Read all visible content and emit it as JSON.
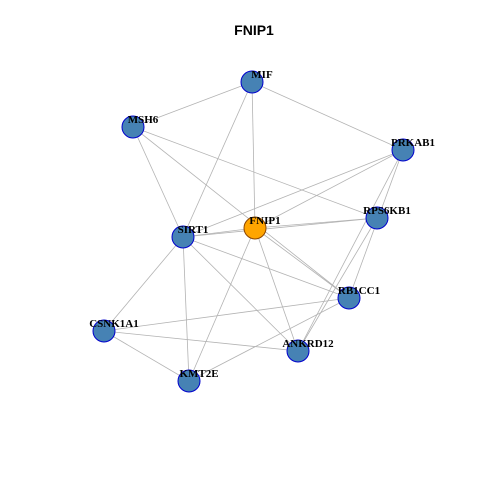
{
  "title": "FNIP1",
  "colors": {
    "node_fill": "#4682B4",
    "node_stroke": "#0000CD",
    "hub_fill": "#FFA500",
    "hub_stroke": "#8B4500",
    "edge": "#B3B3B3"
  },
  "nodes": [
    {
      "id": "MIF",
      "label": "MIF",
      "hub": false
    },
    {
      "id": "MSH6",
      "label": "MSH6",
      "hub": false
    },
    {
      "id": "PRKAB1",
      "label": "PRKAB1",
      "hub": false
    },
    {
      "id": "RPS6KB1",
      "label": "RPS6KB1",
      "hub": false
    },
    {
      "id": "FNIP1",
      "label": "FNIP1",
      "hub": true
    },
    {
      "id": "SIRT1",
      "label": "SIRT1",
      "hub": false
    },
    {
      "id": "RB1CC1",
      "label": "RB1CC1",
      "hub": false
    },
    {
      "id": "CSNK1A1",
      "label": "CSNK1A1",
      "hub": false
    },
    {
      "id": "ANKRD12",
      "label": "ANKRD12",
      "hub": false
    },
    {
      "id": "KMT2E",
      "label": "KMT2E",
      "hub": false
    }
  ],
  "edges": [
    [
      "MIF",
      "MSH6"
    ],
    [
      "MIF",
      "PRKAB1"
    ],
    [
      "MIF",
      "FNIP1"
    ],
    [
      "MIF",
      "SIRT1"
    ],
    [
      "MSH6",
      "SIRT1"
    ],
    [
      "MSH6",
      "RPS6KB1"
    ],
    [
      "MSH6",
      "RB1CC1"
    ],
    [
      "PRKAB1",
      "SIRT1"
    ],
    [
      "PRKAB1",
      "FNIP1"
    ],
    [
      "PRKAB1",
      "RB1CC1"
    ],
    [
      "PRKAB1",
      "ANKRD12"
    ],
    [
      "RPS6KB1",
      "SIRT1"
    ],
    [
      "RPS6KB1",
      "FNIP1"
    ],
    [
      "RPS6KB1",
      "ANKRD12"
    ],
    [
      "FNIP1",
      "SIRT1"
    ],
    [
      "FNIP1",
      "RB1CC1"
    ],
    [
      "FNIP1",
      "ANKRD12"
    ],
    [
      "FNIP1",
      "KMT2E"
    ],
    [
      "SIRT1",
      "RB1CC1"
    ],
    [
      "SIRT1",
      "ANKRD12"
    ],
    [
      "SIRT1",
      "KMT2E"
    ],
    [
      "SIRT1",
      "CSNK1A1"
    ],
    [
      "RB1CC1",
      "CSNK1A1"
    ],
    [
      "RB1CC1",
      "KMT2E"
    ],
    [
      "CSNK1A1",
      "ANKRD12"
    ],
    [
      "CSNK1A1",
      "KMT2E"
    ]
  ]
}
